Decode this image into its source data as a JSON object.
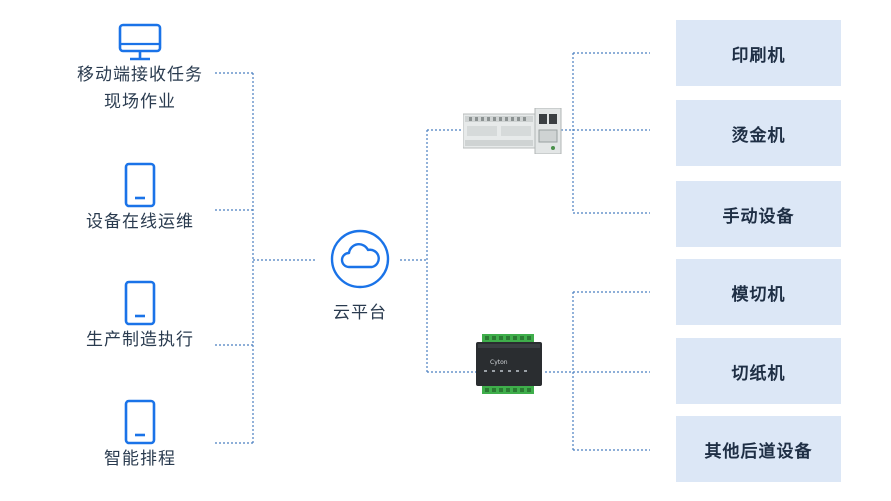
{
  "left_items": [
    {
      "label": "移动端接收任务\n现场作业",
      "icon": "monitor-icon"
    },
    {
      "label": "设备在线运维",
      "icon": "tablet-icon"
    },
    {
      "label": "生产制造执行",
      "icon": "tablet-icon"
    },
    {
      "label": "智能排程",
      "icon": "tablet-icon"
    }
  ],
  "center": {
    "label": "云平台",
    "icon": "cloud-icon"
  },
  "devices": [
    {
      "name": "plc-controller-image"
    },
    {
      "name": "gateway-device-image",
      "brand": "Cyton"
    }
  ],
  "right_items": [
    "印刷机",
    "烫金机",
    "手动设备",
    "模切机",
    "切纸机",
    "其他后道设备"
  ],
  "colors": {
    "accent": "#1a73e8",
    "box_bg": "#dce7f6",
    "line": "#4a7fc0"
  }
}
